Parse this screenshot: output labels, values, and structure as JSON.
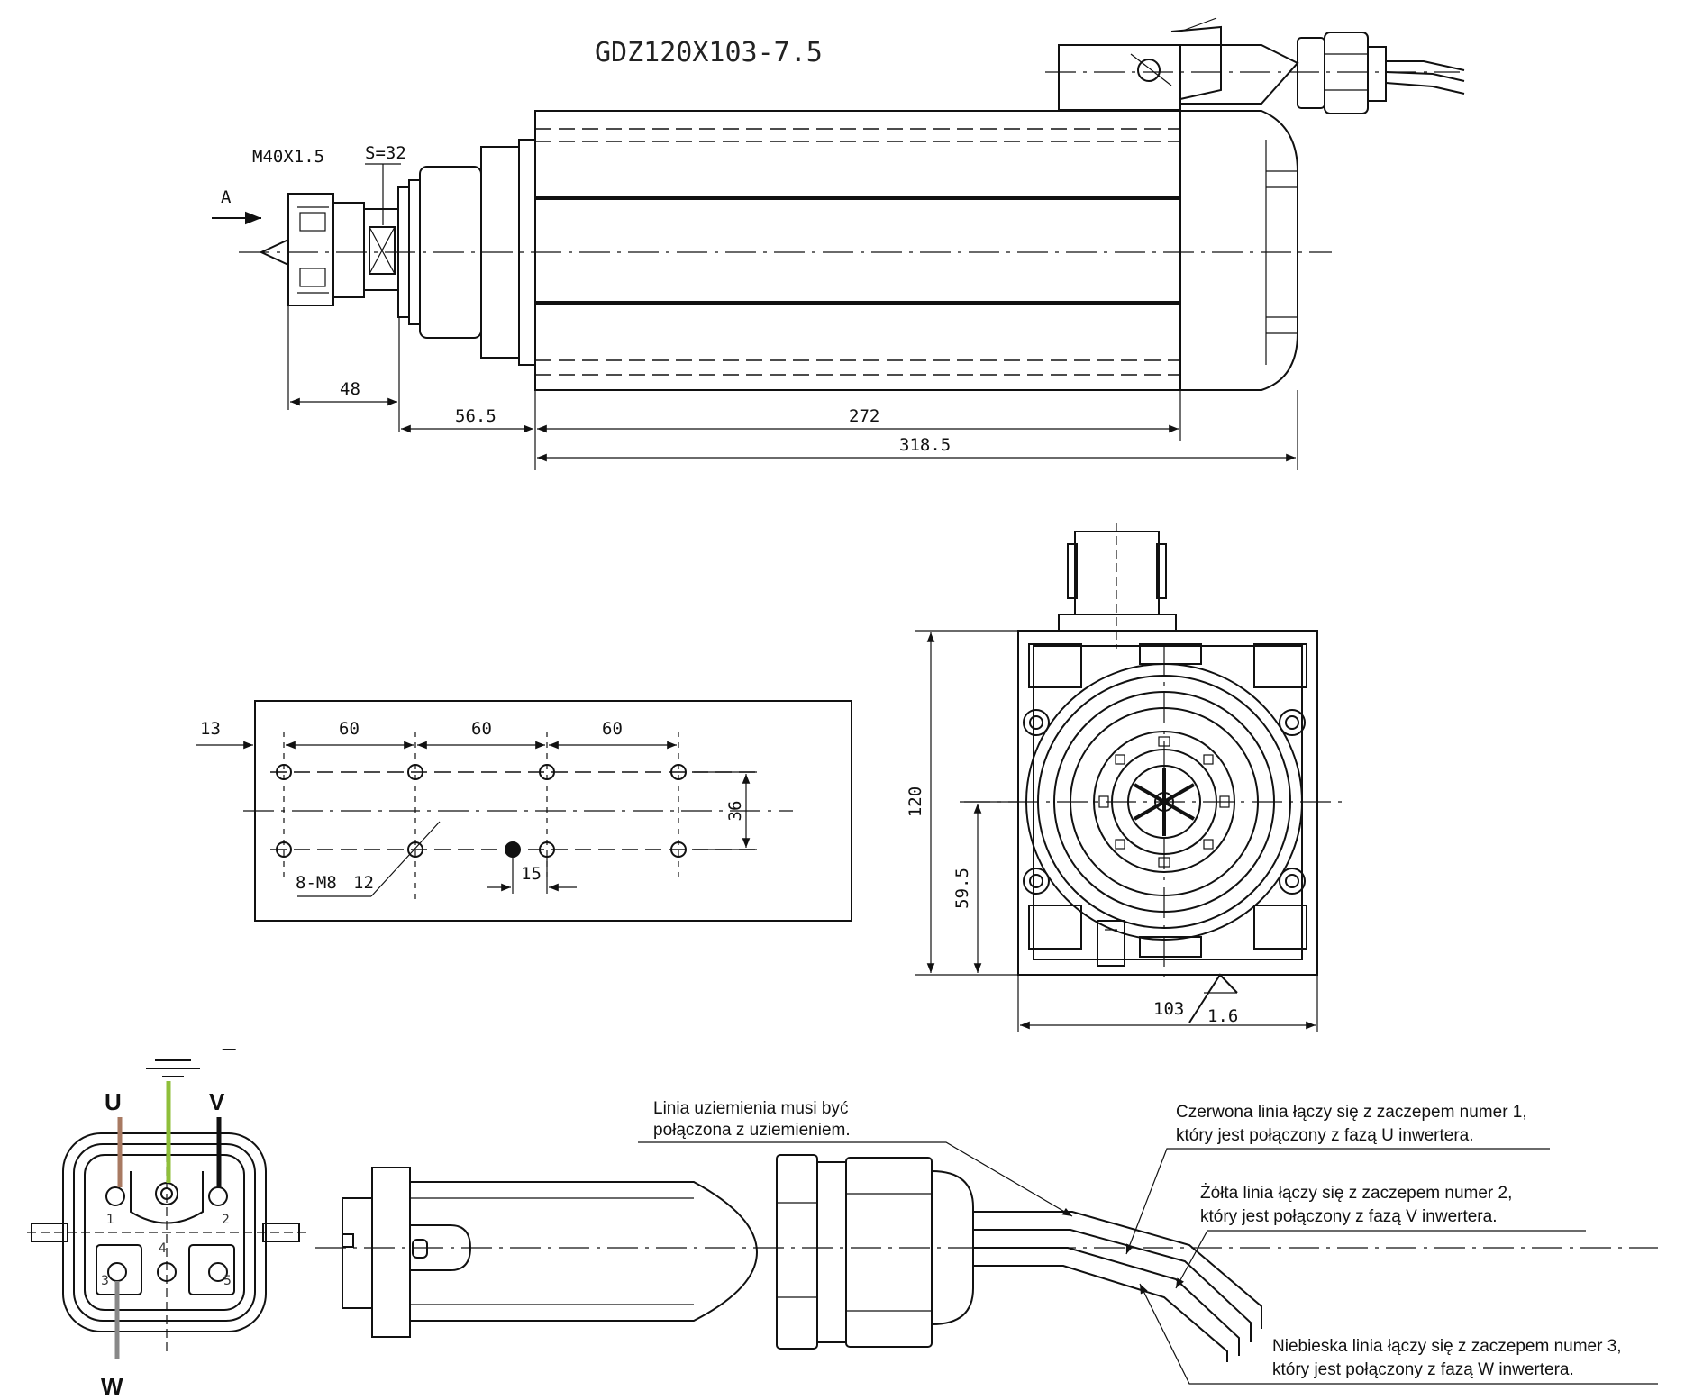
{
  "title": "GDZ120X103-7.5",
  "side_view": {
    "thread": "M40X1.5",
    "wrench": "S=32",
    "view_arrow": "A",
    "dims": {
      "d1": "48",
      "d2": "56.5",
      "d3": "272",
      "d4": "318.5"
    }
  },
  "mounting_plate": {
    "d_edge": "13",
    "d_pitch1": "60",
    "d_pitch2": "60",
    "d_pitch3": "60",
    "d_rows": "36",
    "holes": "8-M8",
    "depth": "12",
    "d_small": "15"
  },
  "front_view": {
    "height": "120",
    "center_height": "59.5",
    "width": "103",
    "roughness": "1.6"
  },
  "connector": {
    "phase_u": "U",
    "phase_v": "V",
    "phase_w": "W",
    "pins": [
      "1",
      "2",
      "3",
      "4",
      "5"
    ],
    "wire_colors": {
      "u": "#a87a62",
      "ground": "#8fbf3a",
      "v": "#111111",
      "w": "#888888"
    }
  },
  "notes": {
    "ground_1": "Linia uziemienia musi być",
    "ground_2": "połączona z uziemieniem.",
    "red_1": "Czerwona linia łączy się z zaczepem numer 1,",
    "red_2": "który jest połączony z fazą U inwertera.",
    "yellow_1": "Żółta linia łączy się z zaczepem numer 2,",
    "yellow_2": "który jest połączony z fazą V inwertera.",
    "blue_1": "Niebieska linia łączy się z zaczepem numer 3,",
    "blue_2": "który jest połączony z fazą W inwertera."
  }
}
